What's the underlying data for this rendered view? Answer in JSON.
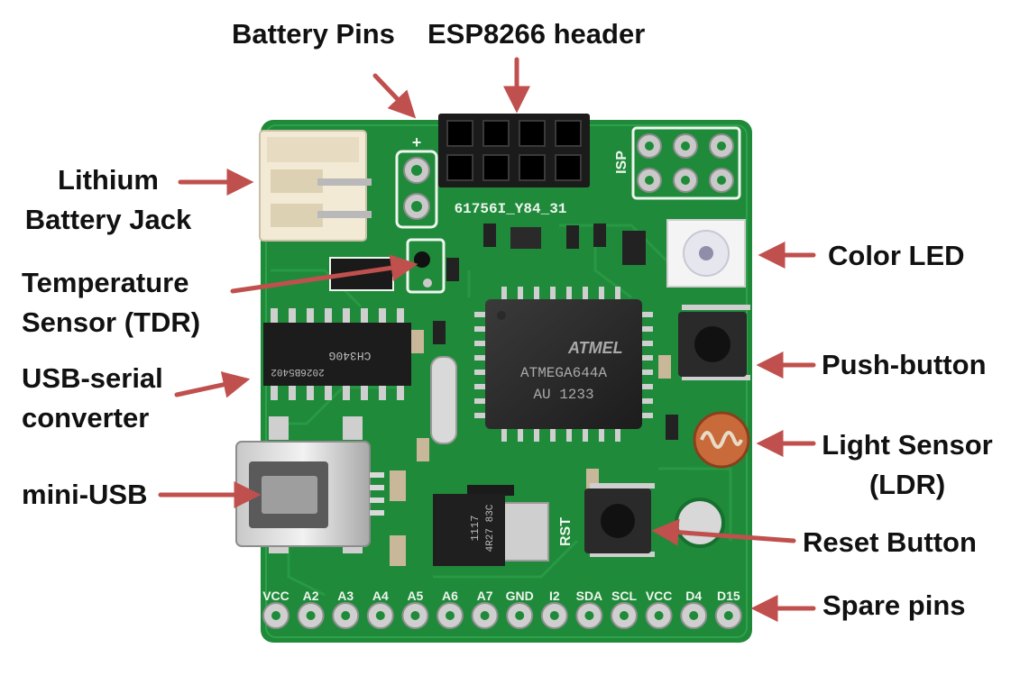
{
  "labels": {
    "battery_pins": "Battery Pins",
    "esp_header": "ESP8266 header",
    "lithium_line1": "Lithium",
    "lithium_line2": "Battery Jack",
    "temp_line1": "Temperature",
    "temp_line2": "Sensor (TDR)",
    "usbserial_line1": "USB-serial",
    "usbserial_line2": "converter",
    "mini_usb": "mini-USB",
    "color_led": "Color LED",
    "push_button": "Push-button",
    "light_line1": "Light Sensor",
    "light_line2": "(LDR)",
    "reset_button": "Reset Button",
    "spare_pins": "Spare pins"
  },
  "board_text": {
    "plus": "+",
    "isp": "ISP",
    "header_code": "61756I_Y84_31",
    "chip_brand": "ATMEL",
    "chip_model": "ATMEGA644A",
    "chip_code": "AU 1233",
    "ch340_name": "CH340G",
    "ch340_code": "2026B5402",
    "reg_line1": "1117",
    "reg_line2": "4R27 83C",
    "rst": "RST"
  },
  "pin_labels": [
    "VCC",
    "A2",
    "A3",
    "A4",
    "A5",
    "A6",
    "A7",
    "GND",
    "I2",
    "SDA",
    "SCL",
    "VCC",
    "D4",
    "D15"
  ],
  "colors": {
    "pcb": "#1f8a3a",
    "pcb_dark": "#166b2c",
    "arrow": "#c0504d",
    "text": "#111111",
    "silk": "#eef5ee"
  }
}
